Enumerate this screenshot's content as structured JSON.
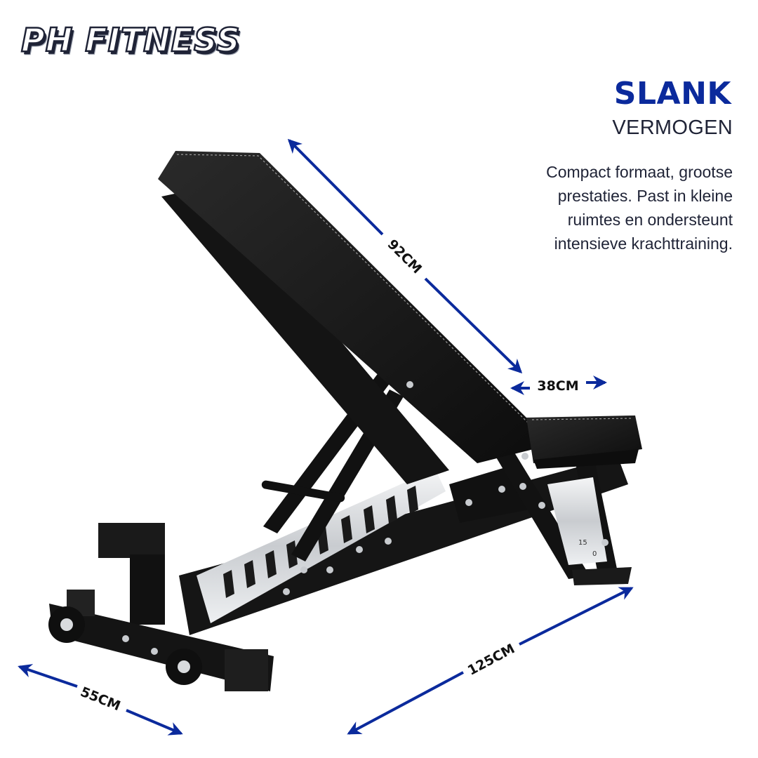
{
  "brand": {
    "logo_text": "PH FITNESS"
  },
  "headline": "SLANK",
  "subheadline": "VERMOGEN",
  "description_lines": [
    "Compact formaat, grootse",
    "prestaties. Past in kleine",
    "ruimtes en ondersteunt",
    "intensieve krachttraining."
  ],
  "dimensions": {
    "backrest_length": "92CM",
    "seat_width": "38CM",
    "base_length": "125CM",
    "base_width": "55CM"
  },
  "product": {
    "adjust_numbers": [
      "15",
      "0"
    ]
  },
  "colors": {
    "accent": "#0b2a9c",
    "text": "#1f2336",
    "frame": "#111111",
    "chrome": "#d7d9dc"
  }
}
